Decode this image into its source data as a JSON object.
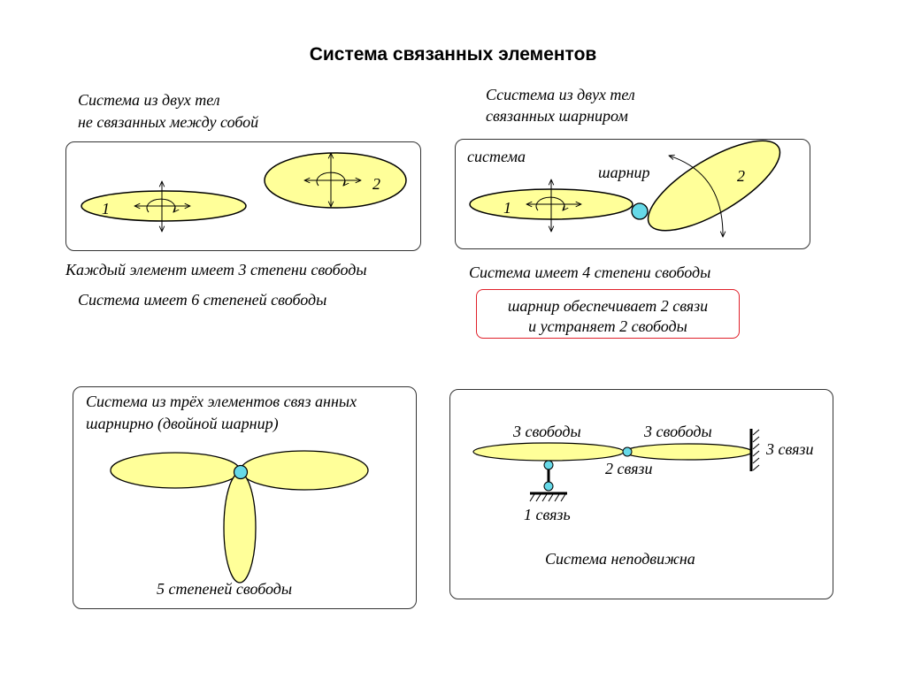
{
  "title": "Система связанных элементов",
  "panel1": {
    "caption_line1": "Система из двух тел",
    "caption_line2": "не связанных между собой",
    "body1_label": "1",
    "body2_label": "2",
    "dof_each": "Каждый элемент имеет 3 степени свободы",
    "dof_system": "Система имеет  6  степеней свободы"
  },
  "panel2": {
    "caption_line1": "Ссистема из двух тел",
    "caption_line2": "связанных шарниром",
    "system_label": "система",
    "hinge_label": "шарнир",
    "body1_label": "1",
    "body2_label": "2",
    "dof_system": "Система имеет  4  степени свободы",
    "note_line1": "шарнир обеспечивает 2 связи",
    "note_line2": "и устраняет 2 свободы"
  },
  "panel3": {
    "caption_line1": "Система из трёх элементов связ анных",
    "caption_line2": "шарнирно (двойной шарнир)",
    "dof_label": "5 степеней свободы"
  },
  "panel4": {
    "left_dof": "3 свободы",
    "right_dof": "3 свободы",
    "hinge_links": "2 связи",
    "wall_links": "3 связи",
    "support_links": "1 связь",
    "status": "Система неподвижна"
  },
  "colors": {
    "body_fill": "#ffff99",
    "hinge_fill": "#66d9e8",
    "note_border": "#e0202a"
  }
}
